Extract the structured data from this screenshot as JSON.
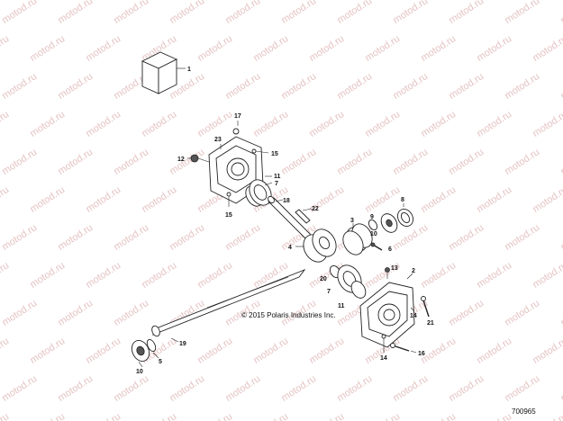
{
  "watermark": "motod.ru",
  "copyright": "© 2015 Polaris Industries Inc.",
  "diagram_id": "700965",
  "callouts": [
    {
      "id": "c1",
      "label": "1"
    },
    {
      "id": "c17",
      "label": "17"
    },
    {
      "id": "c23",
      "label": "23"
    },
    {
      "id": "c12",
      "label": "12"
    },
    {
      "id": "c15a",
      "label": "15"
    },
    {
      "id": "c11a",
      "label": "11"
    },
    {
      "id": "c7a",
      "label": "7"
    },
    {
      "id": "c18",
      "label": "18"
    },
    {
      "id": "c22",
      "label": "22"
    },
    {
      "id": "c15b",
      "label": "15"
    },
    {
      "id": "c8",
      "label": "8"
    },
    {
      "id": "c9",
      "label": "9"
    },
    {
      "id": "c3",
      "label": "3"
    },
    {
      "id": "c10a",
      "label": "10"
    },
    {
      "id": "c4",
      "label": "4"
    },
    {
      "id": "c6",
      "label": "6"
    },
    {
      "id": "c13",
      "label": "13"
    },
    {
      "id": "c2",
      "label": "2"
    },
    {
      "id": "c20",
      "label": "20"
    },
    {
      "id": "c7b",
      "label": "7"
    },
    {
      "id": "c11b",
      "label": "11"
    },
    {
      "id": "c14a",
      "label": "14"
    },
    {
      "id": "c21",
      "label": "21"
    },
    {
      "id": "c19",
      "label": "19"
    },
    {
      "id": "c5",
      "label": "5"
    },
    {
      "id": "c10b",
      "label": "10"
    },
    {
      "id": "c14b",
      "label": "14"
    },
    {
      "id": "c16",
      "label": "16"
    }
  ]
}
